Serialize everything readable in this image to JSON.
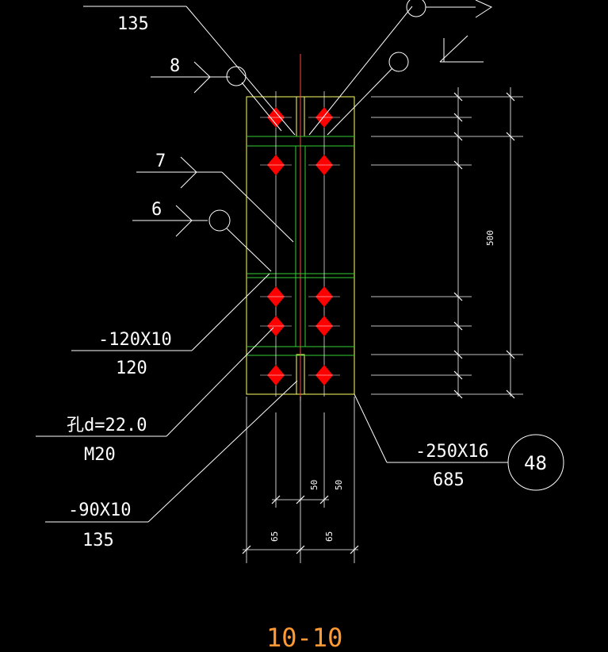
{
  "drawing_title": "10-10",
  "labels": {
    "top_cut_value": "135",
    "mark_8": "8",
    "mark_7": "7",
    "mark_6": "6",
    "plate_120_spec": "-120X10",
    "plate_120_len": "120",
    "hole_spec": "孔d=22.0",
    "bolt_spec": "M20",
    "plate_90_spec": "-90X10",
    "plate_90_len": "135",
    "plate_250_spec": "-250X16",
    "plate_250_len": "685",
    "detail_number": "48"
  },
  "dimensions": {
    "bottom_inner_left": "50",
    "bottom_inner_right": "50",
    "bottom_outer_left": "65",
    "bottom_outer_right": "65",
    "right_overall": "500"
  },
  "colors": {
    "background": "#000000",
    "plate": "#ffff66",
    "stiffener": "#33cc33",
    "bolt": "#ff0000",
    "leader": "#ffffff",
    "title": "#ff9933"
  }
}
